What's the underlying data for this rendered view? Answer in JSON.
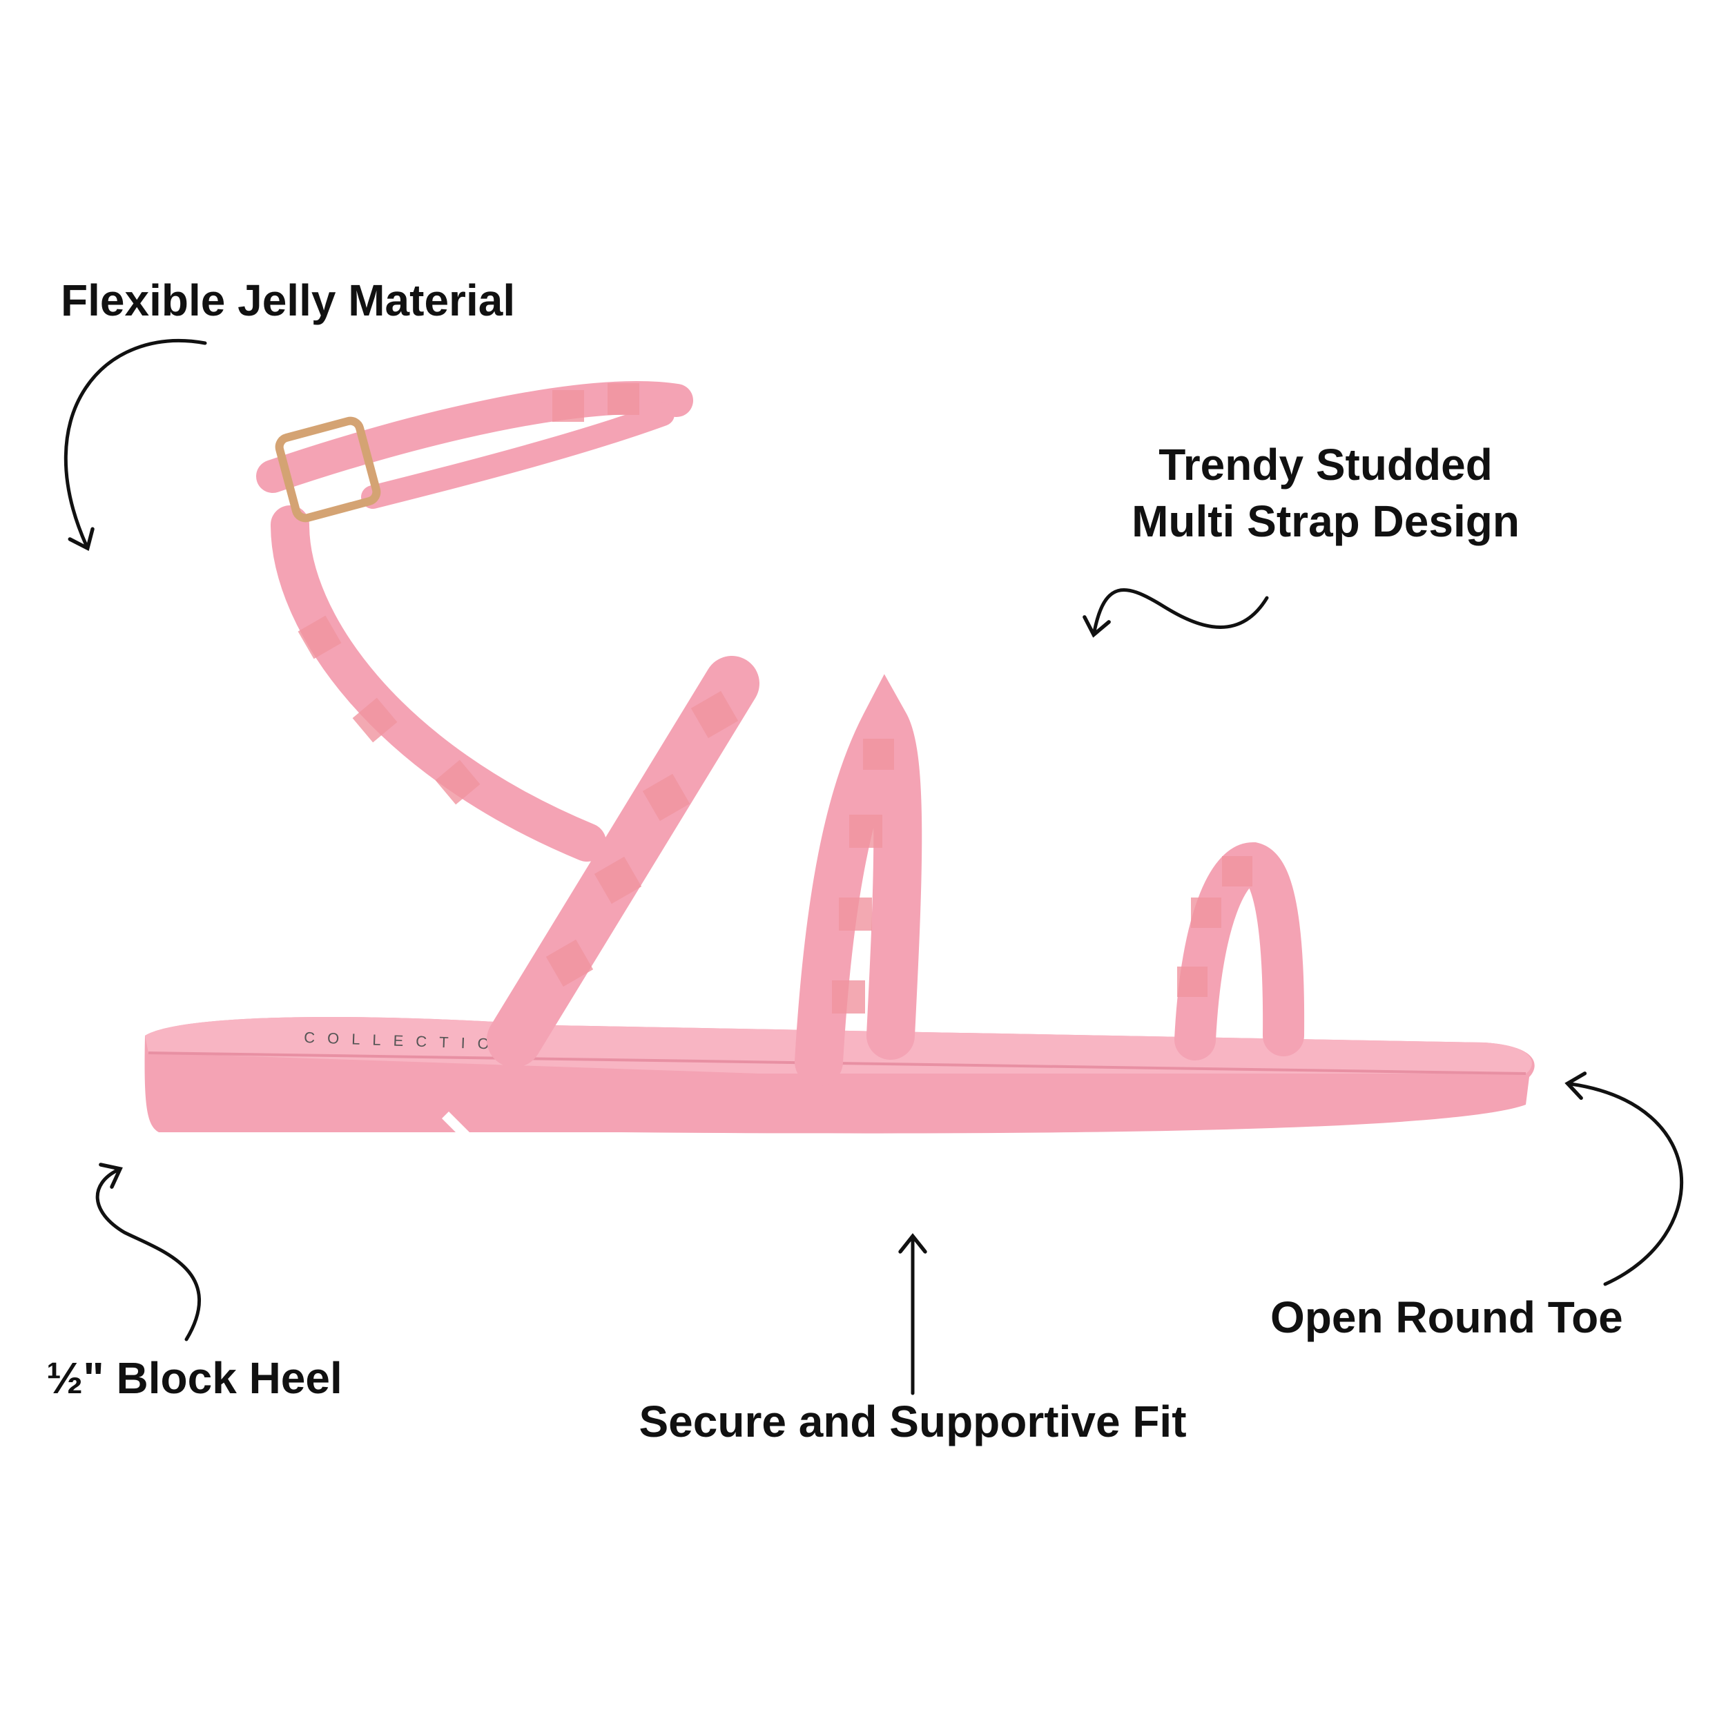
{
  "product": {
    "color_hex": "#F4A3B4",
    "insole_brand": "COLLECTION"
  },
  "callouts": {
    "material": "Flexible Jelly Material",
    "design_line1": "Trendy Studded",
    "design_line2": "Multi Strap Design",
    "heel": "½\" Block Heel",
    "fit": "Secure and Supportive Fit",
    "toe": "Open Round Toe"
  }
}
